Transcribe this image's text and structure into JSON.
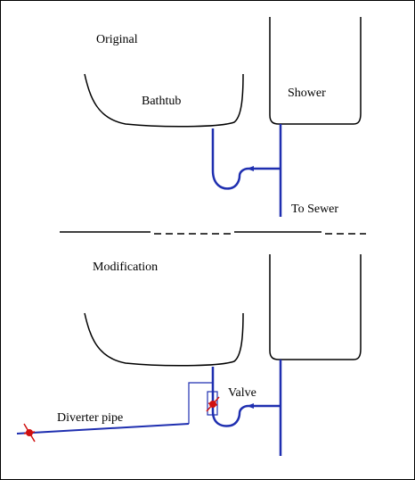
{
  "labels": {
    "original": "Original",
    "bathtub": "Bathtub",
    "shower": "Shower",
    "to_sewer": "To Sewer",
    "modification": "Modification",
    "valve": "Valve",
    "diverter_pipe": "Diverter pipe"
  },
  "colors": {
    "outline": "#000000",
    "pipe": "#1f2fb0",
    "valve": "#d01010",
    "background": "#ffffff"
  }
}
